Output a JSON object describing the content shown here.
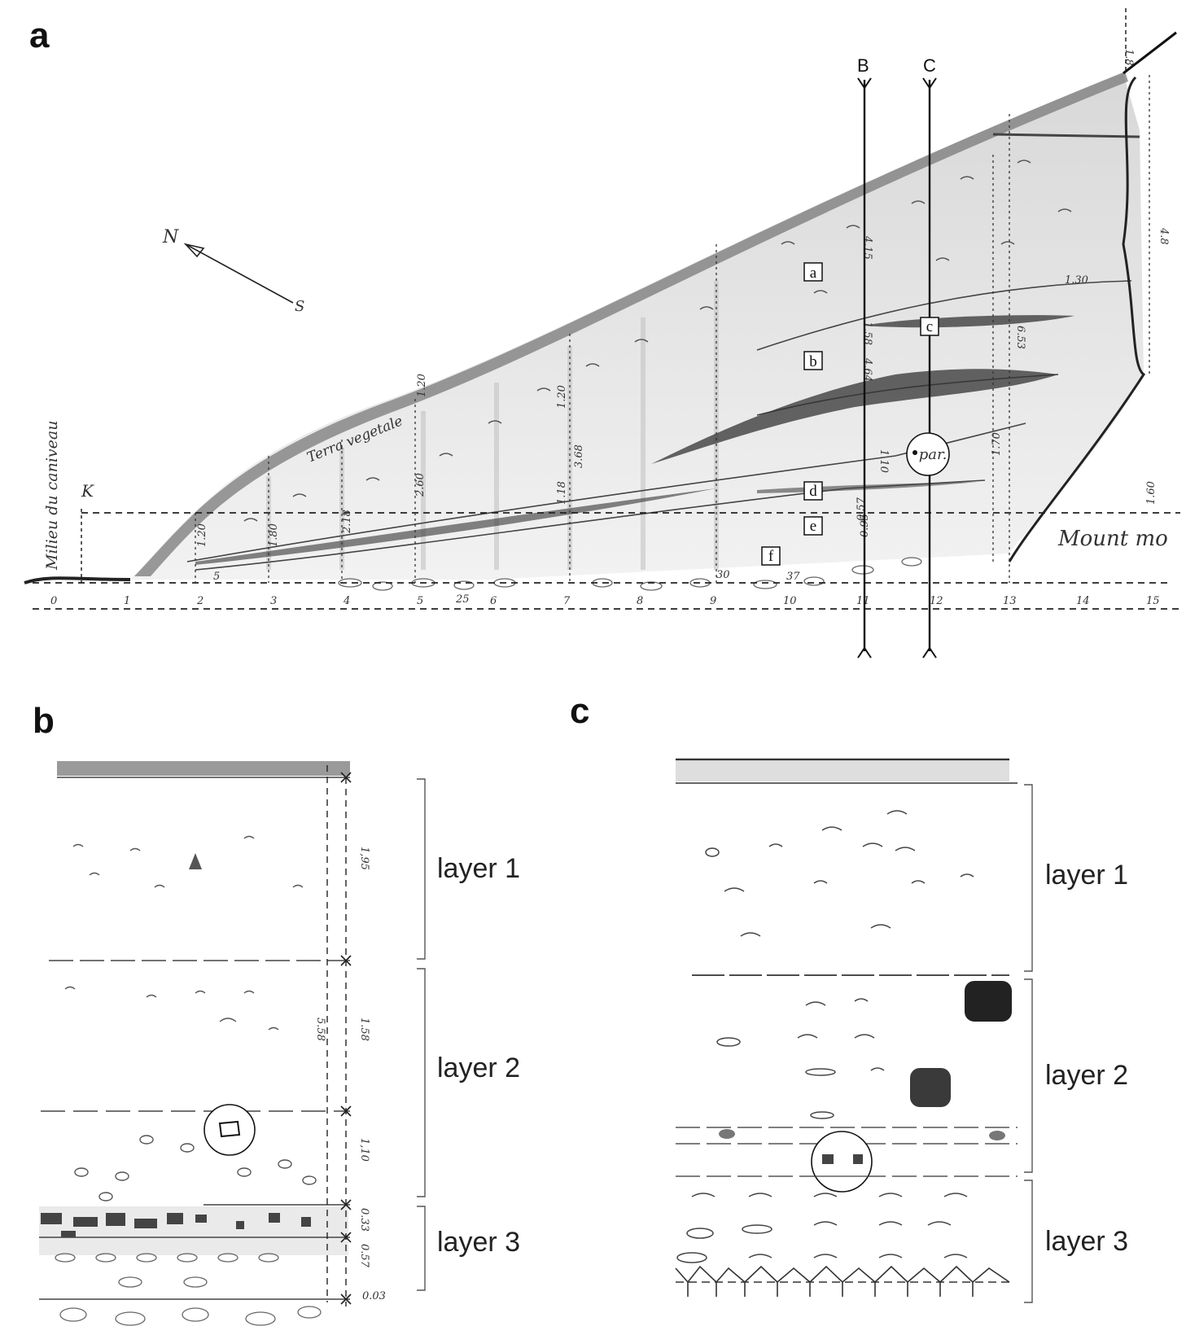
{
  "panels": {
    "a": {
      "letter": "a",
      "section_labels": [
        "B",
        "C"
      ],
      "layer_boxes": [
        "a",
        "b",
        "c",
        "d",
        "e",
        "f"
      ],
      "circle_label": "par.",
      "handwriting": {
        "canal": "Milieu du caniveau",
        "topsoil": "Terra vegetale",
        "compass_n": "N",
        "compass_s": "S",
        "k_mark": "K",
        "right_note": "Mount mo"
      },
      "depths": [
        "4.15",
        "4.64",
        "1.58",
        "1.10",
        "0.57",
        "1.70",
        "6.53",
        "3.68",
        "1.20",
        "2.60",
        "2.18",
        "1.80",
        "1.20",
        "1.30",
        "1.18",
        "1.20",
        "1.60",
        "4.8",
        "1.8",
        "0.95"
      ],
      "ticks": [
        "0",
        "1",
        "2",
        "3",
        "4",
        "5",
        "6",
        "7",
        "8",
        "9",
        "10",
        "11",
        "12",
        "13",
        "14",
        "15"
      ],
      "sub_ticks": [
        "5",
        "25",
        "30",
        "37"
      ]
    },
    "b": {
      "letter": "b",
      "layers": [
        "layer 1",
        "layer 2",
        "layer 3"
      ],
      "measures": [
        "1,95",
        "1.58",
        "1,10",
        "0.33",
        "0.57",
        "0.03",
        "5.58"
      ]
    },
    "c": {
      "letter": "c",
      "layers": [
        "layer 1",
        "layer 2",
        "layer 3"
      ]
    }
  }
}
